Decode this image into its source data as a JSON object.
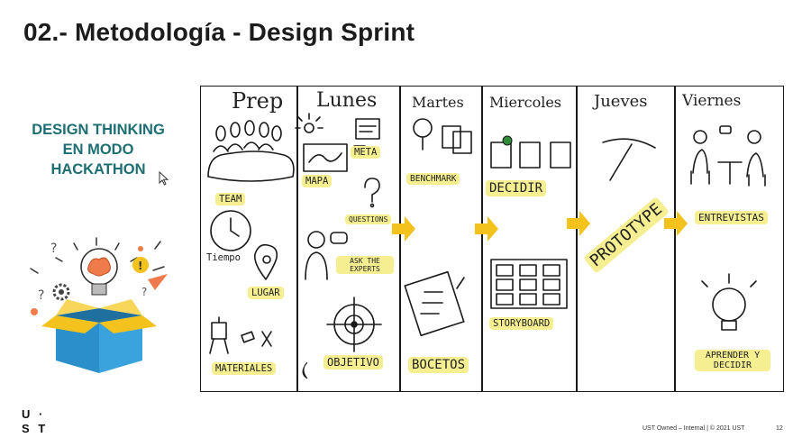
{
  "slide": {
    "title": "02.- Metodología - Design Sprint",
    "subtitle_lines": [
      "DESIGN THINKING",
      "EN MODO",
      "HACKATHON"
    ],
    "logo_lines": [
      "U ·",
      "S T"
    ],
    "footer": "UST Owned – Internal | © 2021 UST",
    "page_number": "12"
  },
  "board": {
    "columns": [
      {
        "header": "Prep",
        "labels": [
          "TEAM",
          "Tiempo",
          "LUGAR",
          "MATERIALES"
        ]
      },
      {
        "header": "Lunes",
        "labels": [
          "META",
          "MAPA",
          "QUESTIONS",
          "ASK THE EXPERTS",
          "OBJETIVO"
        ]
      },
      {
        "header": "Martes",
        "labels": [
          "BENCHMARK",
          "BOCETOS"
        ]
      },
      {
        "header": "Miercoles",
        "labels": [
          "DECIDIR",
          "STORYBOARD"
        ]
      },
      {
        "header": "Jueves",
        "labels": [
          "PROTOTYPE"
        ]
      },
      {
        "header": "Viernes",
        "labels": [
          "ENTREVISTAS",
          "APRENDER Y DECIDIR"
        ]
      }
    ]
  },
  "colors": {
    "accent": "#1d6f73",
    "highlight": "#f5ef92",
    "arrow": "#f3c21c"
  }
}
